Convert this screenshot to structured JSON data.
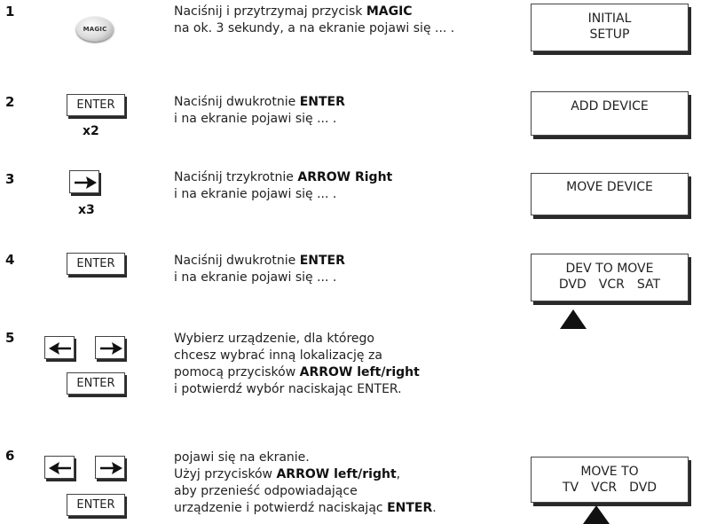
{
  "steps": [
    {
      "num": "1",
      "desc_pre": "Naciśnij i przytrzymaj przycisk ",
      "desc_bold": "MAGIC",
      "desc_post": "",
      "line2": "na ok. 3 sekundy, a na ekranie pojawi się ... ."
    },
    {
      "num": "2",
      "desc_pre": "Naciśnij dwukrotnie ",
      "desc_bold": "ENTER",
      "line2": "i na ekranie pojawi się ... ."
    },
    {
      "num": "3",
      "desc_pre": "Naciśnij trzykrotnie ",
      "desc_bold": "ARROW Right",
      "line2": "i na ekranie pojawi się ... ."
    },
    {
      "num": "4",
      "desc_pre": "Naciśnij dwukrotnie ",
      "desc_bold": "ENTER",
      "line2": "i na ekranie pojawi się ... ."
    },
    {
      "num": "5",
      "line1": "Wybierz urządzenie, dla którego",
      "line2": "chcesz wybrać inną lokalizację za",
      "line3_pre": "pomocą przycisków ",
      "line3_bold": "ARROW left/right",
      "line4": "i potwierdź wybór naciskając ENTER."
    },
    {
      "num": "6",
      "line1": "pojawi się na ekranie.",
      "line2_pre": "Użyj przycisków ",
      "line2_bold": "ARROW left/right",
      "line2_post": ",",
      "line3": "aby przenieść odpowiadające",
      "line4_pre": "urządzenie i potwierdź naciskając ",
      "line4_bold": "ENTER",
      "line4_post": "."
    }
  ],
  "buttons": {
    "magic": "MAGIC",
    "enter": "ENTER",
    "x2": "x2",
    "x3": "x3"
  },
  "screens": {
    "s1": {
      "line1": "INITIAL",
      "line2": "SETUP"
    },
    "s2": {
      "line1": "ADD DEVICE"
    },
    "s3": {
      "line1": "MOVE DEVICE"
    },
    "s4": {
      "line1": "DEV TO MOVE",
      "options": [
        "DVD",
        "VCR",
        "SAT"
      ]
    },
    "s6": {
      "line1": "MOVE TO",
      "options": [
        "TV",
        "VCR",
        "DVD"
      ]
    }
  }
}
